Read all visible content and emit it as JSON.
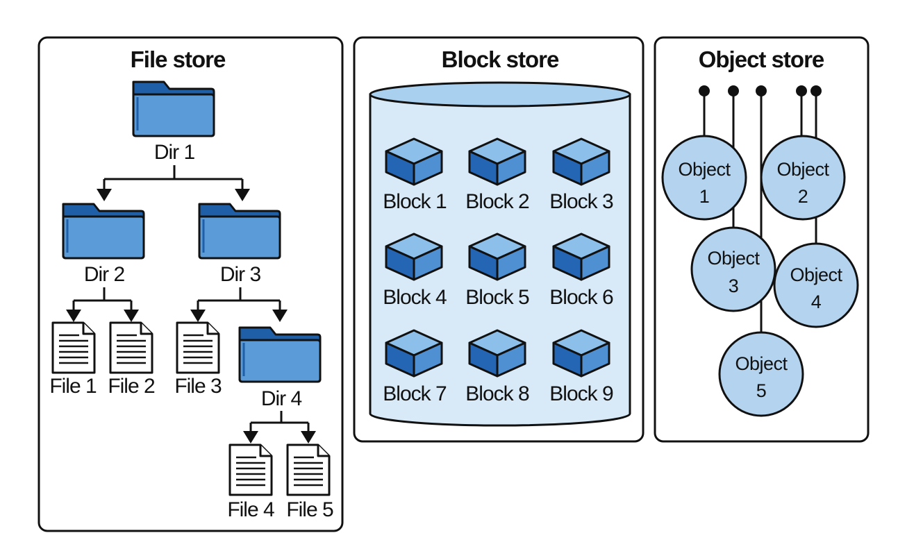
{
  "colors": {
    "folder_dark": "#1f5fa8",
    "folder_light": "#5b9bd8",
    "cube_top": "#8cc0ea",
    "cube_left": "#2466b4",
    "cube_right": "#4f90d3",
    "cylinder_fill": "#d8eaf7",
    "cylinder_top": "#a9d0ef",
    "object_fill": "#b3d3ee",
    "stroke": "#111111"
  },
  "file_store": {
    "title": "File store",
    "dirs": [
      "Dir 1",
      "Dir 2",
      "Dir 3",
      "Dir 4"
    ],
    "files": [
      "File 1",
      "File 2",
      "File 3",
      "File 4",
      "File 5"
    ]
  },
  "block_store": {
    "title": "Block store",
    "blocks": [
      "Block 1",
      "Block 2",
      "Block 3",
      "Block 4",
      "Block 5",
      "Block 6",
      "Block 7",
      "Block 8",
      "Block 9"
    ]
  },
  "object_store": {
    "title": "Object store",
    "objects": [
      {
        "line1": "Object",
        "line2": "1"
      },
      {
        "line1": "Object",
        "line2": "2"
      },
      {
        "line1": "Object",
        "line2": "3"
      },
      {
        "line1": "Object",
        "line2": "4"
      },
      {
        "line1": "Object",
        "line2": "5"
      }
    ]
  }
}
